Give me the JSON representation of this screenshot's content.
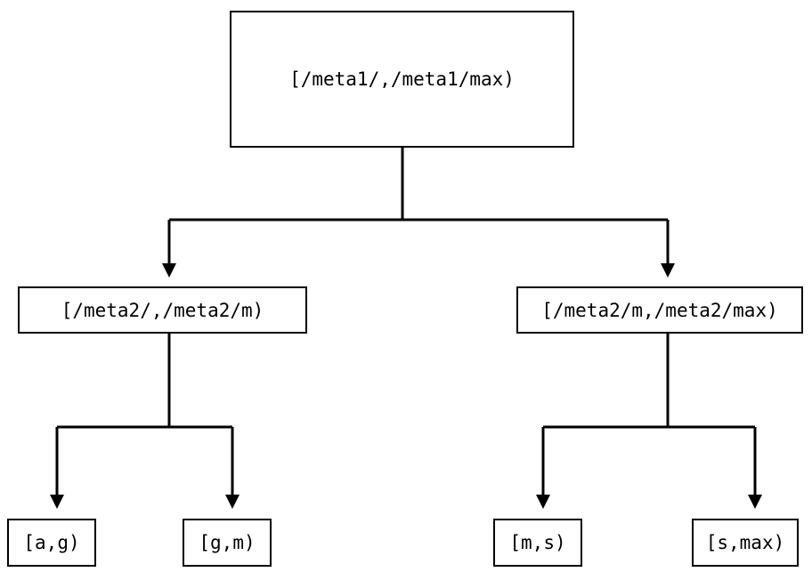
{
  "diagram": {
    "type": "binary-range-partition-tree",
    "background_color": "#ffffff",
    "line_color": "#000000",
    "text_color": "#000000",
    "nodes": {
      "root": {
        "label": "[/meta1/,/meta1/max)"
      },
      "level2": [
        {
          "label": "[/meta2/,/meta2/m)"
        },
        {
          "label": "[/meta2/m,/meta2/max)"
        }
      ],
      "leaves": [
        {
          "label": "[a,g)"
        },
        {
          "label": "[g,m)"
        },
        {
          "label": "[m,s)"
        },
        {
          "label": "[s,max)"
        }
      ]
    }
  }
}
